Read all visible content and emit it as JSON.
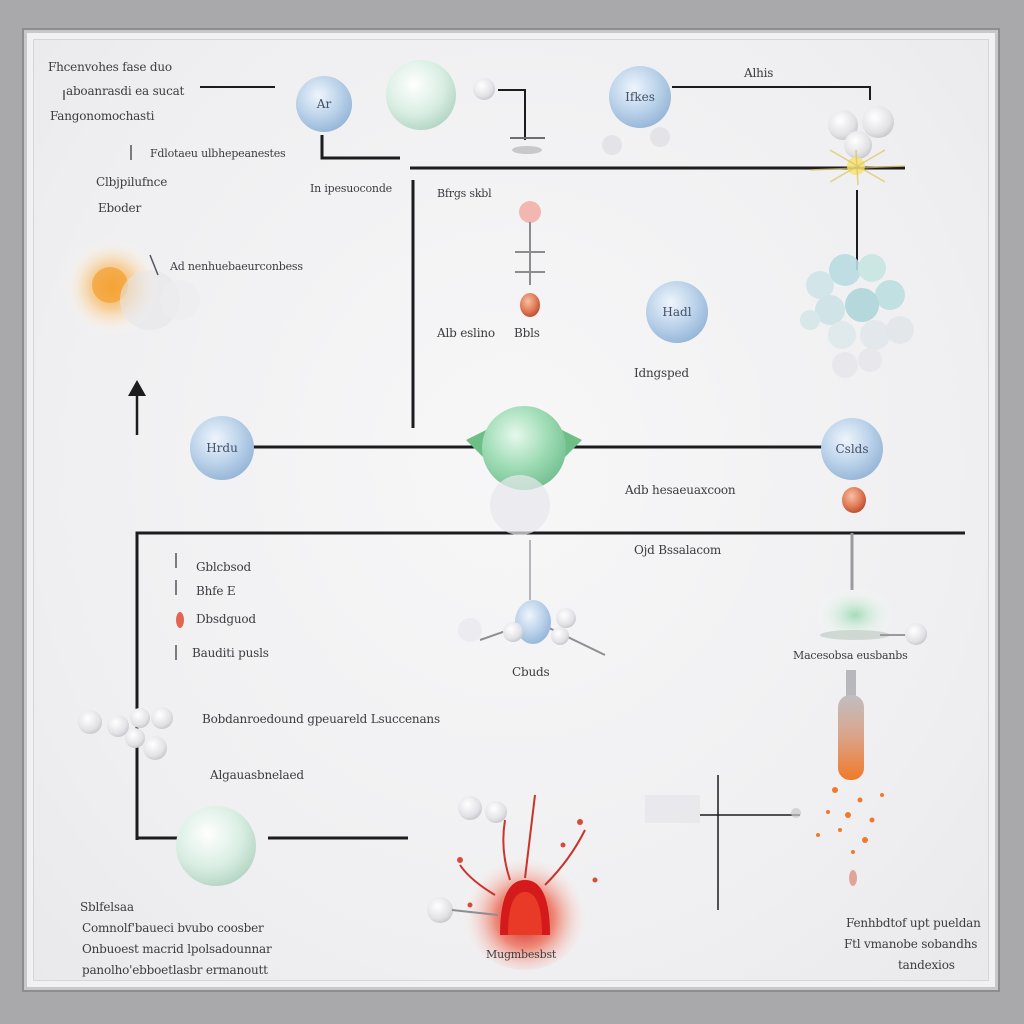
{
  "top_left_notes": [
    "Fhcenvohes fase duo",
    "aboanrasdi ea sucat",
    "Fangonomochasti"
  ],
  "note_block_1": "Fdlotaeu ulbhepeanestes",
  "note_block_2": [
    "Clbjpilufnce",
    "Eboder"
  ],
  "burst_label": "Ad nenhuebaeurconbess",
  "top_mid_label": "In ipesuoconde",
  "top_center_label": "Bfrgs skbl",
  "top_right_label": "Alhis",
  "ball_labels": {
    "top_left_ball": "Ar",
    "top_right_ball": "Ifkes",
    "mid_right_ball": "Hadl",
    "left_ball": "Hrdu",
    "right_ball": "Cslds"
  },
  "mid_labels": {
    "left": "Alb eslino",
    "right": "Bbls",
    "under_mid_ball": "Idngsped"
  },
  "center_right_label": "Adb hesaeuaxcoon",
  "right_bar_label": "Ojd Bssalacom",
  "legend_items": [
    "Gblcbsod",
    "Bhfe E",
    "Dbsdguod",
    "Bauditi pusls"
  ],
  "center_molecule_label": "Cbuds",
  "right_bottom_label": "Macesobsa eusbanbs",
  "wide_note": "Bobdanroedound gpeuareld Lsuccenans",
  "small_note": "Algauasbnelaed",
  "bottom_left_notes": [
    "Sblfelsaa",
    "Comnolf'baueci bvubo coosber",
    "Onbuoest macrid lpolsadounnar",
    "panolho'ebboetlasbr ermanoutt"
  ],
  "burst_bottom_label": "Mugmbesbst",
  "bottom_right_notes": [
    "Fenhbdtof upt pueldan",
    "Ftl vmanobe sobandhs",
    "tandexios"
  ],
  "colors": {
    "blue_ball": "#b9d3ec",
    "green_ball": "#8fd4a8",
    "line": "#1c1c1f",
    "red_accent": "#e0412a",
    "orange_accent": "#f08a2a"
  }
}
